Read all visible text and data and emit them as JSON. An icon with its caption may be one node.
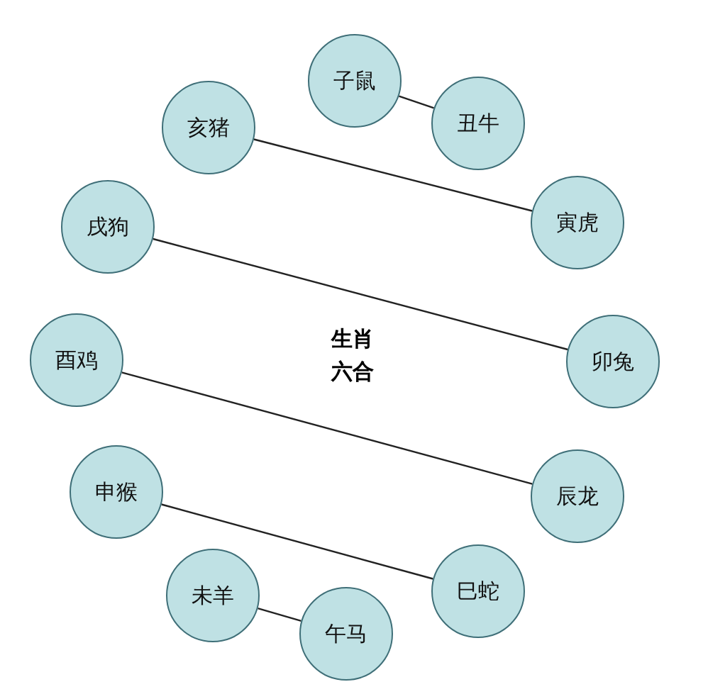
{
  "diagram": {
    "nodes": [
      {
        "text": [
          "子鼠"
        ]
      },
      {
        "text": [
          "丑牛"
        ]
      },
      {
        "text": [
          "亥猪"
        ]
      },
      {
        "text": [
          "寅虎"
        ]
      },
      {
        "text": [
          "戌狗"
        ]
      },
      {
        "text": [
          "卯兔"
        ]
      },
      {
        "text": [
          "酉鸡"
        ]
      },
      {
        "text": [
          "辰龙"
        ]
      },
      {
        "text": [
          "申猴"
        ]
      },
      {
        "text": [
          "巳蛇"
        ]
      },
      {
        "text": [
          "未羊"
        ]
      },
      {
        "text": [
          "午马"
        ]
      }
    ],
    "edges": [
      {
        "from": 0,
        "to": 1,
        "arrow": "none"
      },
      {
        "from": 2,
        "to": 3,
        "arrow": "none"
      },
      {
        "from": 4,
        "to": 5,
        "arrow": "none"
      },
      {
        "from": 6,
        "to": 7,
        "arrow": "none"
      },
      {
        "from": 8,
        "to": 9,
        "arrow": "none"
      },
      {
        "from": 10,
        "to": 11,
        "arrow": "none"
      }
    ],
    "labels": [
      "生肖六合"
    ]
  }
}
